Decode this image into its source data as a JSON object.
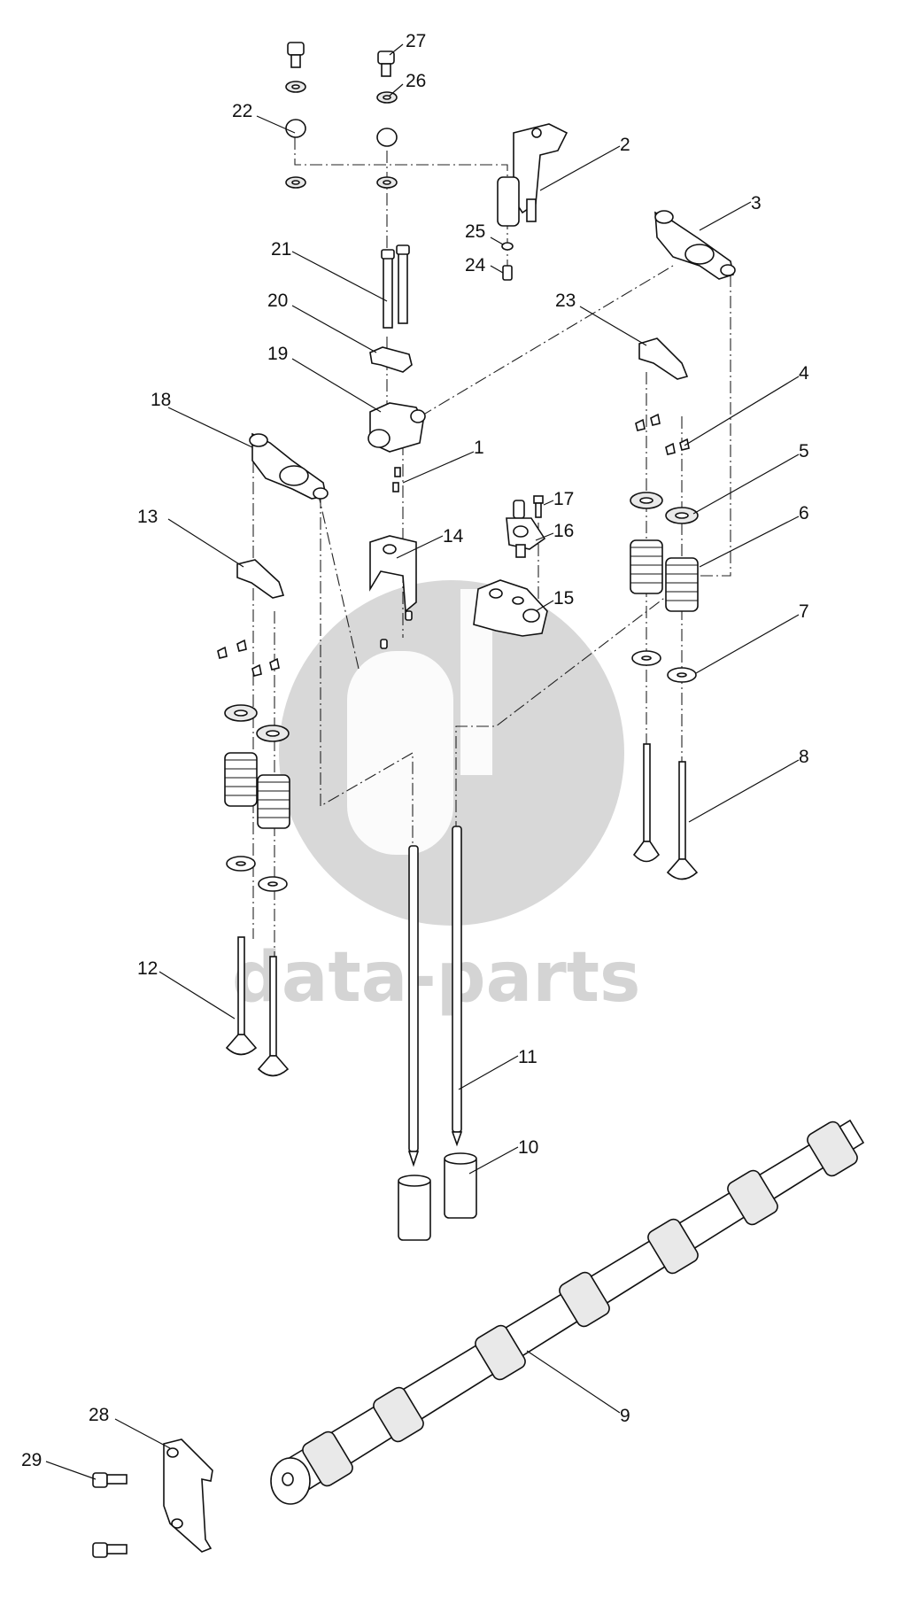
{
  "watermark": {
    "text": "data-parts"
  },
  "labels": [
    "1",
    "2",
    "3",
    "4",
    "5",
    "6",
    "7",
    "8",
    "9",
    "10",
    "11",
    "12",
    "13",
    "14",
    "15",
    "16",
    "17",
    "18",
    "19",
    "20",
    "21",
    "22",
    "23",
    "24",
    "25",
    "26",
    "27",
    "28",
    "29"
  ]
}
